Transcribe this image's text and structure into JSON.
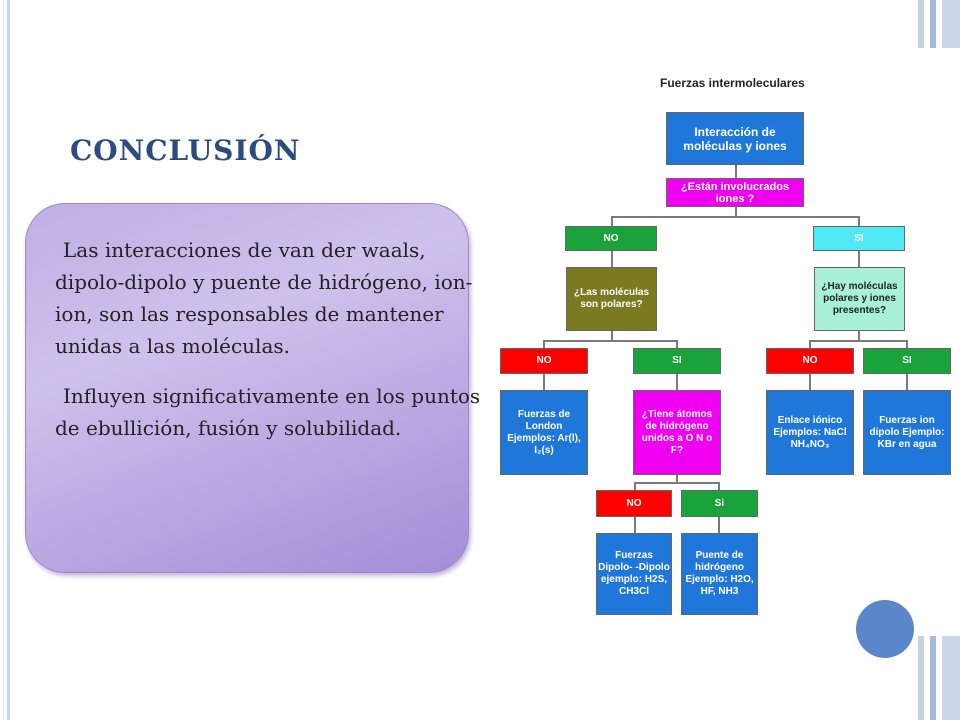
{
  "slide": {
    "title": "CONCLUSIÓN",
    "paragraph1": "Las interacciones de van der waals, dipolo-dipolo y puente de hidrógeno, ion-ion, son las responsables de mantener unidas a las moléculas.",
    "paragraph2": "Influyen significativamente en los puntos de ebullición, fusión y solubilidad."
  },
  "diagram": {
    "title": "Fuerzas intermoleculares",
    "root": "Interacción de moléculas y iones",
    "question_ions": "¿Están involucrados iones ?",
    "no_ions": "NO",
    "yes_ions": "SI",
    "question_polar": "¿Las moléculas son polares?",
    "question_polar_ions": "¿Hay moléculas polares y iones presentes?",
    "no_polar": "NO",
    "yes_polar": "SI",
    "no_polar_ions": "NO",
    "yes_polar_ions": "SI",
    "london": "Fuerzas de London Ejemplos: Ar(l), I₂(s)",
    "question_hydrogen": "¿Tiene átomos de hidrógeno unidos a O N o F?",
    "ionic": "Enlace iónico Ejemplos: NaCl NH₄NO₃",
    "ion_dipole": "Fuerzas ion dipolo Ejemplo: KBr en agua",
    "no_hydrogen": "NO",
    "yes_hydrogen": "Si",
    "dipole": "Fuerzas Dipolo- -Dipolo ejemplo: H2S, CH3Cl",
    "hbond": "Puente de hidrógeno Ejemplo: H2O, HF, NH3",
    "colors": {
      "blue": "#1f78d9",
      "magenta": "#f000f0",
      "green": "#1aa33a",
      "cyan": "#4fe8f5",
      "olive": "#7a7a20",
      "mint": "#a8f0d8",
      "red": "#ff0000"
    }
  }
}
